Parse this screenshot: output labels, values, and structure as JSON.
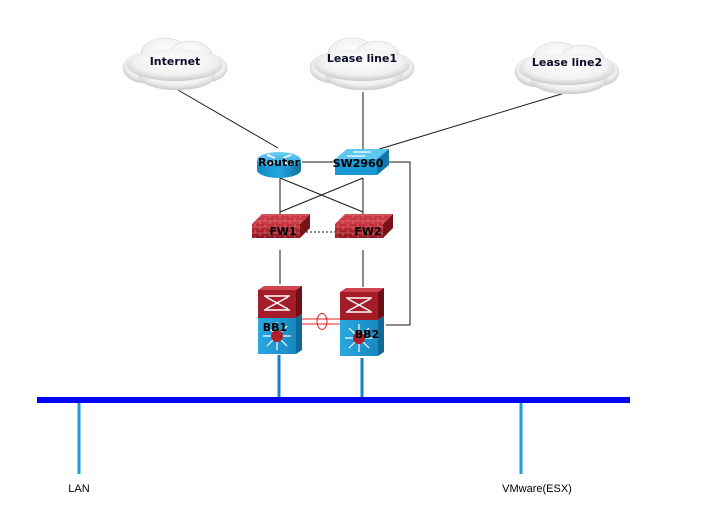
{
  "diagram": {
    "title": "Network topology",
    "clouds": [
      {
        "id": "internet",
        "label": "Internet"
      },
      {
        "id": "lease1",
        "label": "Lease line1"
      },
      {
        "id": "lease2",
        "label": "Lease line2"
      }
    ],
    "devices": [
      {
        "id": "router",
        "label": "Router",
        "type": "router"
      },
      {
        "id": "sw2960",
        "label": "SW2960",
        "type": "switch"
      },
      {
        "id": "fw1",
        "label": "FW1",
        "type": "firewall"
      },
      {
        "id": "fw2",
        "label": "FW2",
        "type": "firewall"
      },
      {
        "id": "bb1",
        "label": "BB1",
        "type": "core-switch"
      },
      {
        "id": "bb2",
        "label": "BB2",
        "type": "core-switch"
      }
    ],
    "endpoints": [
      {
        "id": "lan",
        "label": "LAN"
      },
      {
        "id": "vmware",
        "label": "VMware(ESX)"
      }
    ],
    "links": [
      {
        "from": "internet",
        "to": "router",
        "style": "solid"
      },
      {
        "from": "lease1",
        "to": "sw2960",
        "style": "solid"
      },
      {
        "from": "lease2",
        "to": "sw2960",
        "style": "solid"
      },
      {
        "from": "router",
        "to": "sw2960",
        "style": "solid"
      },
      {
        "from": "router",
        "to": "fw1",
        "style": "solid"
      },
      {
        "from": "router",
        "to": "fw2",
        "style": "solid"
      },
      {
        "from": "sw2960",
        "to": "fw1",
        "style": "solid"
      },
      {
        "from": "sw2960",
        "to": "fw2",
        "style": "solid"
      },
      {
        "from": "fw1",
        "to": "fw2",
        "style": "dashed"
      },
      {
        "from": "fw1",
        "to": "bb1",
        "style": "solid"
      },
      {
        "from": "fw2",
        "to": "bb2",
        "style": "solid"
      },
      {
        "from": "sw2960",
        "to": "bb2",
        "style": "solid"
      },
      {
        "from": "bb1",
        "to": "bb2",
        "style": "etherchannel"
      },
      {
        "from": "bb1",
        "to": "backbone",
        "style": "uplink"
      },
      {
        "from": "bb2",
        "to": "backbone",
        "style": "uplink"
      },
      {
        "from": "backbone",
        "to": "lan",
        "style": "uplink"
      },
      {
        "from": "backbone",
        "to": "vmware",
        "style": "uplink"
      }
    ],
    "colors": {
      "backbone": "#0000ff",
      "uplink": "#1a9fdb",
      "firewall": "#b01e2a",
      "switch": "#1e9bd7",
      "etherchannel": "#e02020",
      "link": "#1a1a1a"
    }
  }
}
